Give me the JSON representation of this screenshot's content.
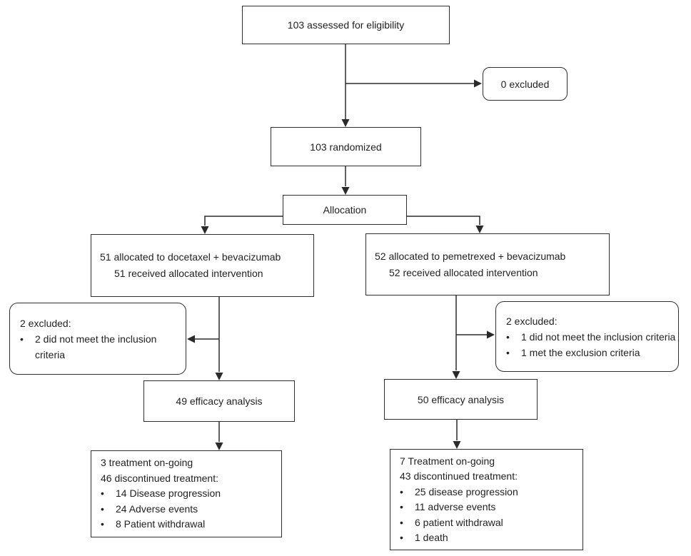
{
  "bullet": "•",
  "colors": {
    "background": "#ffffff",
    "box_border": "#2e2e2e",
    "line": "#2a2a2a",
    "text": "#222222"
  },
  "nodes": {
    "assessed": {
      "text": "103 assessed for eligibility"
    },
    "excluded_top": {
      "text": "0 excluded"
    },
    "randomized": {
      "text": "103 randomized"
    },
    "allocation": {
      "text": "Allocation"
    },
    "alloc_left": {
      "line1": "51 allocated to docetaxel + bevacizumab",
      "line2": "51 received allocated intervention"
    },
    "alloc_right": {
      "line1": "52 allocated to pemetrexed + bevacizumab",
      "line2": "52 received allocated intervention"
    },
    "excl_left": {
      "title": "2 excluded:",
      "items": [
        "2 did not meet the inclusion criteria"
      ]
    },
    "excl_right": {
      "title": "2 excluded:",
      "items": [
        "1 did not meet the inclusion criteria",
        "1 met the exclusion criteria"
      ]
    },
    "efficacy_left": {
      "text": "49 efficacy analysis"
    },
    "efficacy_right": {
      "text": "50 efficacy analysis"
    },
    "outcome_left": {
      "line1": "3 treatment on-going",
      "line2": "46 discontinued treatment:",
      "items": [
        "14 Disease progression",
        "24 Adverse events",
        "8 Patient withdrawal"
      ]
    },
    "outcome_right": {
      "line1": "7 Treatment on-going",
      "line2": "43 discontinued treatment:",
      "items": [
        "25 disease progression",
        "11 adverse events",
        "6 patient withdrawal",
        "1 death"
      ]
    }
  }
}
